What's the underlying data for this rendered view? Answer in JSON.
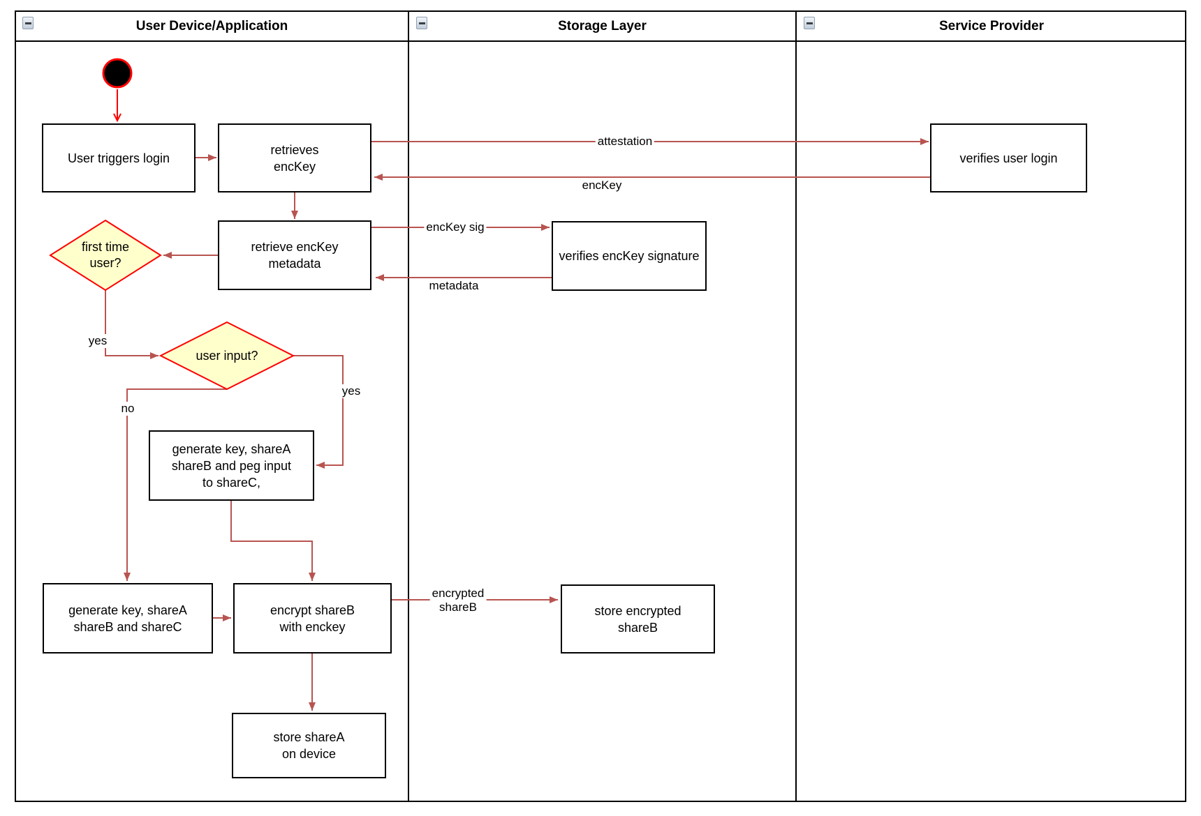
{
  "lanes": [
    {
      "title": "User Device/Application"
    },
    {
      "title": "Storage Layer"
    },
    {
      "title": "Service Provider"
    }
  ],
  "icons": {
    "lane_collapse": "minus-icon"
  },
  "nodes": {
    "user_triggers_login": "User triggers login",
    "retrieves_enckey": "retrieves\nencKey",
    "verifies_user_login": "verifies user login",
    "retrieve_enckey_metadata": "retrieve encKey\nmetadata",
    "verifies_enckey_signature": "verifies encKey signature",
    "first_time_user": "first time\nuser?",
    "user_input": "user input?",
    "generate_key_peg": "generate key, shareA\nshareB and peg input\nto shareC,",
    "generate_key_sharec": "generate key, shareA\nshareB and shareC",
    "encrypt_shareb": "encrypt shareB\nwith enckey",
    "store_encrypted_shareb": "store encrypted\nshareB",
    "store_sharea": "store shareA\non device"
  },
  "labels": {
    "attestation": "attestation",
    "enckey": "encKey",
    "enckey_sig": "encKey sig",
    "metadata": "metadata",
    "yes_first": "yes",
    "yes_input": "yes",
    "no": "no",
    "encrypted_shareb": "encrypted\nshareB"
  },
  "colors": {
    "connector": "#B85450",
    "start_connector": "#FF0000",
    "decision_fill": "#FFFFCC",
    "decision_border": "#FF0000",
    "node_border": "#000000",
    "start_fill": "#000000"
  }
}
